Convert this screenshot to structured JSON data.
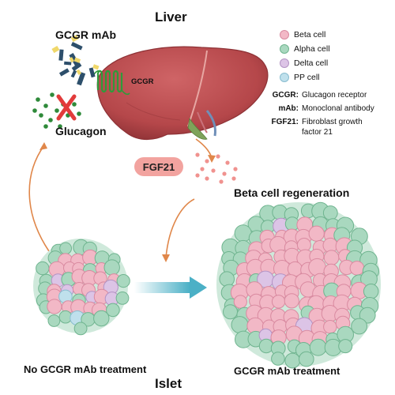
{
  "titles": {
    "top": "Liver",
    "bottom": "Islet"
  },
  "labels": {
    "gcgr_mab": "GCGR mAb",
    "gcgr": "GCGR",
    "glucagon": "Glucagon",
    "fgf21": "FGF21",
    "beta_regen": "Beta cell regeneration",
    "left_islet": "No GCGR mAb treatment",
    "right_islet": "GCGR mAb treatment"
  },
  "legend": [
    {
      "label": "Beta cell",
      "color": "#f2b8c6",
      "border": "#d98aa0"
    },
    {
      "label": "Alpha cell",
      "color": "#a9d8bf",
      "border": "#6fb48f"
    },
    {
      "label": "Delta cell",
      "color": "#dcc4e6",
      "border": "#b393c4"
    },
    {
      "label": "PP cell",
      "color": "#bfe0ec",
      "border": "#88bccf"
    }
  ],
  "abbreviations": [
    {
      "abbr": "GCGR:",
      "text": "Glucagon receptor"
    },
    {
      "abbr": "mAb:",
      "text": "Monoclonal antibody"
    },
    {
      "abbr": "FGF21:",
      "text": "Fibroblast growth",
      "text2": "factor 21"
    }
  ],
  "colors": {
    "liver": "#b5474a",
    "liver_dark": "#8e3236",
    "arrow": "#e0874a",
    "glucagon_dot": "#2f8a3a",
    "x_mark": "#e23b3b",
    "fgf21_pill": "#f2a39f",
    "fgf21_dot": "#f0928f",
    "transfer_arrow": "#4bb0c6"
  }
}
